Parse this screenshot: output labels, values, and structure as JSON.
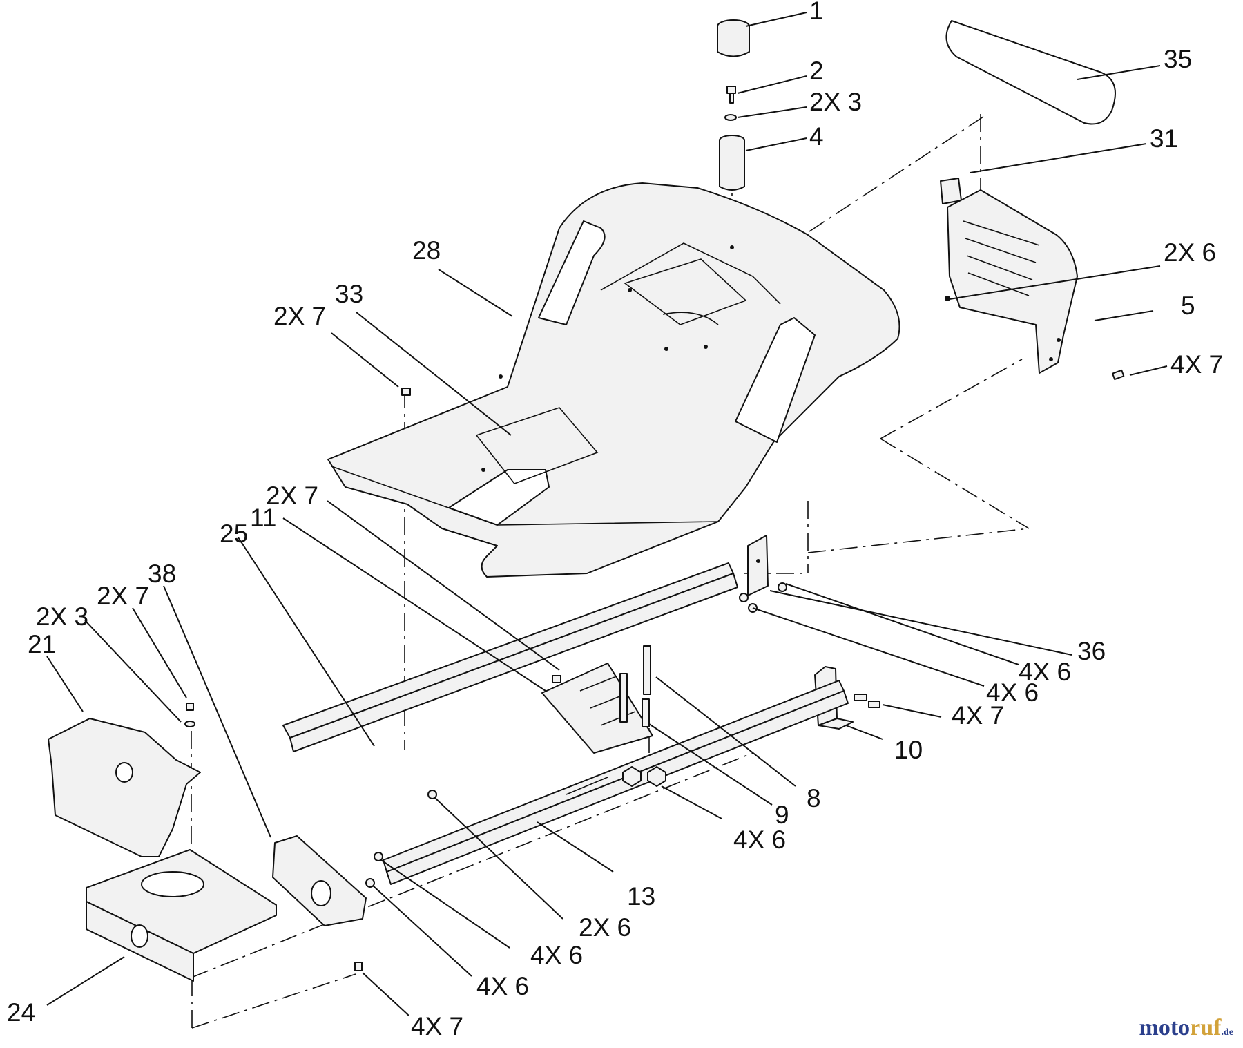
{
  "diagram": {
    "callouts": [
      {
        "id": "c1",
        "text": "1"
      },
      {
        "id": "c2",
        "text": "2"
      },
      {
        "id": "c3",
        "text": "2X 3"
      },
      {
        "id": "c4",
        "text": "4"
      },
      {
        "id": "c35",
        "text": "35"
      },
      {
        "id": "c31",
        "text": "31"
      },
      {
        "id": "c6a",
        "text": "2X 6"
      },
      {
        "id": "c5",
        "text": "5"
      },
      {
        "id": "c7a",
        "text": "4X 7"
      },
      {
        "id": "c28",
        "text": "28"
      },
      {
        "id": "c33",
        "text": "33"
      },
      {
        "id": "c7b",
        "text": "2X 7"
      },
      {
        "id": "c7c",
        "text": "2X 7"
      },
      {
        "id": "c11",
        "text": "11"
      },
      {
        "id": "c25",
        "text": "25"
      },
      {
        "id": "c38",
        "text": "38"
      },
      {
        "id": "c7d",
        "text": "2X 7"
      },
      {
        "id": "c3b",
        "text": "2X 3"
      },
      {
        "id": "c21",
        "text": "21"
      },
      {
        "id": "c36",
        "text": "36"
      },
      {
        "id": "c6b",
        "text": "4X 6"
      },
      {
        "id": "c6c",
        "text": "4X 6"
      },
      {
        "id": "c7e",
        "text": "4X 7"
      },
      {
        "id": "c10",
        "text": "10"
      },
      {
        "id": "c8",
        "text": "8"
      },
      {
        "id": "c9",
        "text": "9"
      },
      {
        "id": "c6d",
        "text": "4X 6"
      },
      {
        "id": "c13",
        "text": "13"
      },
      {
        "id": "c6e",
        "text": "2X 6"
      },
      {
        "id": "c6f",
        "text": "4X 6"
      },
      {
        "id": "c6g",
        "text": "4X 6"
      },
      {
        "id": "c24",
        "text": "24"
      },
      {
        "id": "c7f",
        "text": "4X 7"
      }
    ]
  },
  "watermark": {
    "part1": "moto",
    "part2": "ruf",
    "suffix": ".de"
  }
}
